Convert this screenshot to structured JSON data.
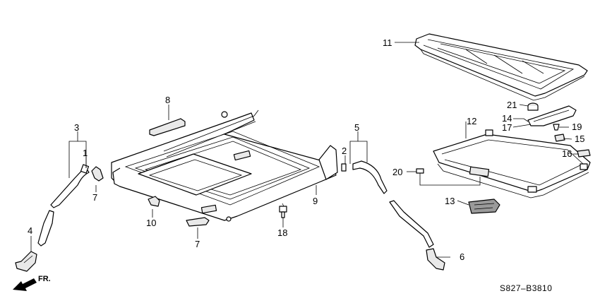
{
  "callouts": {
    "c1": "1",
    "c2": "2",
    "c3": "3",
    "c4": "4",
    "c5": "5",
    "c6": "6",
    "c7a": "7",
    "c7b": "7",
    "c8": "8",
    "c9": "9",
    "c10": "10",
    "c11": "11",
    "c12": "12",
    "c13": "13",
    "c14": "14",
    "c15": "15",
    "c16": "16",
    "c17": "17",
    "c18": "18",
    "c19": "19",
    "c20": "20",
    "c21": "21"
  },
  "direction_label": "FR.",
  "diagram_code": "S827–B3810"
}
